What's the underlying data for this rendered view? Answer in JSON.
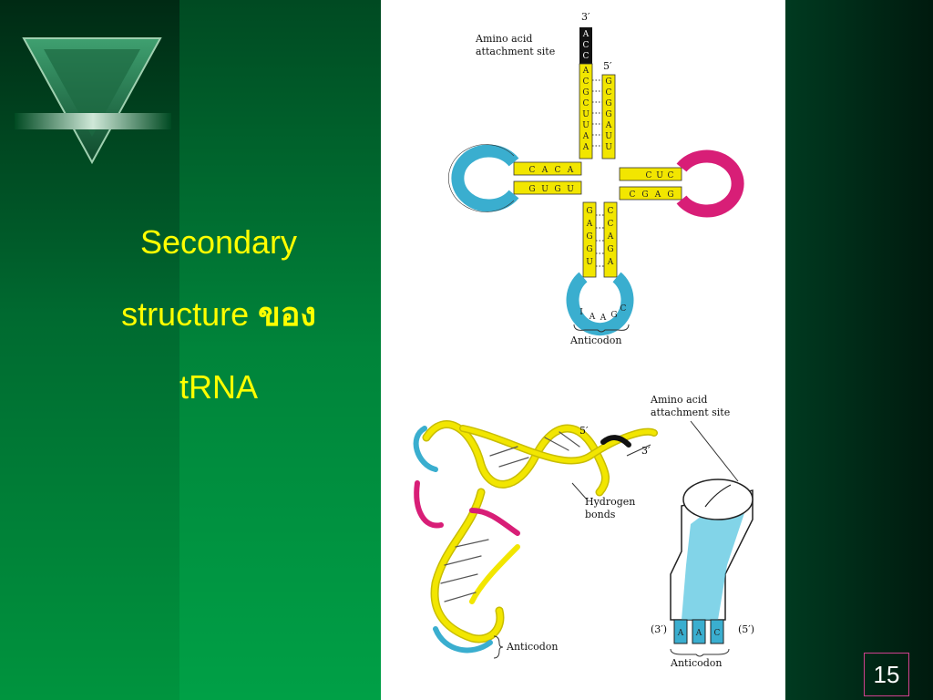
{
  "slide": {
    "title_lines": [
      "Secondary",
      "structure",
      "ของ",
      "tRNA"
    ],
    "page_number": "15"
  },
  "diagram_top": {
    "three_prime": "3′",
    "five_prime": "5′",
    "amino_site_line1": "Amino acid",
    "amino_site_line2": "attachment site",
    "stem_left": [
      "A",
      "C",
      "C",
      "A",
      "C",
      "G",
      "C",
      "U",
      "U",
      "A",
      "A"
    ],
    "stem_right": [
      "G",
      "C",
      "G",
      "G",
      "A",
      "U",
      "U"
    ],
    "d_arm_top": [
      "C",
      "A",
      "C",
      "A"
    ],
    "d_arm_bottom": [
      "G",
      "U",
      "G",
      "U"
    ],
    "t_arm_top": [
      "C",
      "U",
      "C"
    ],
    "t_arm_bottom": [
      "C",
      "G",
      "A",
      "G"
    ],
    "ac_left": [
      "G",
      "A",
      "G",
      "G",
      "U"
    ],
    "ac_right": [
      "C",
      "C",
      "A",
      "G",
      "A"
    ],
    "anticodon_bases": [
      "I",
      "A",
      "A",
      "G",
      "C"
    ],
    "anticodon_label": "Anticodon"
  },
  "diagram_bottom": {
    "five_prime": "5′",
    "three_prime": "3′",
    "amino_site_line1": "Amino acid",
    "amino_site_line2": "attachment site",
    "hbonds_line1": "Hydrogen",
    "hbonds_line2": "bonds",
    "anticodon_label_left": "Anticodon",
    "anticodon_label_right": "Anticodon",
    "cyl_three_prime": "(3′)",
    "cyl_five_prime": "(5′)",
    "cyl_bases": [
      "A",
      "A",
      "C"
    ]
  },
  "colors": {
    "yellow": "#f2e600",
    "blue": "#3aaecf",
    "magenta": "#d81e77",
    "black": "#111111",
    "title": "#ffff00"
  }
}
